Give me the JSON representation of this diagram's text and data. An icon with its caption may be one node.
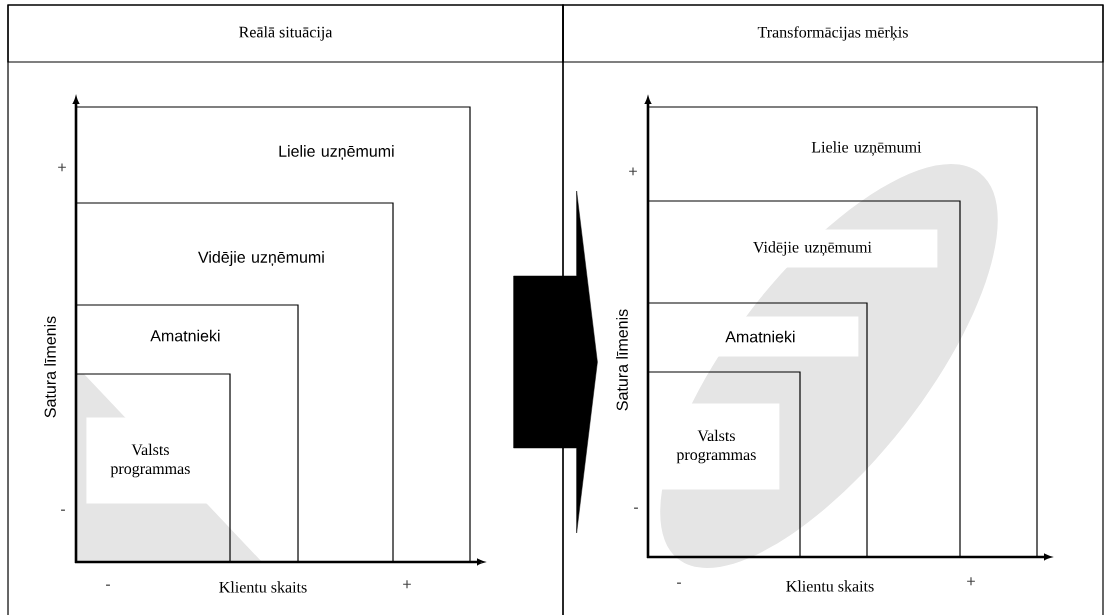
{
  "diagram": {
    "nodes": [
      {
        "text": [
          "Reālā situācija"
        ]
      },
      {
        "text": [
          "Lielie uzņēmumi"
        ],
        "in": 0
      },
      {
        "text": [
          "Vidējie uzņēmumi"
        ],
        "in": 1
      },
      {
        "text": [
          "Amatnieki"
        ],
        "in": 2
      },
      {
        "text": [
          "Valsts programmas"
        ],
        "in": 3
      },
      {
        "text": [
          "Transformācijas mērķis"
        ]
      },
      {
        "text": [
          "Lielie uzņēmumi"
        ],
        "in": 5
      },
      {
        "text": [
          "Vidējie uzņēmumi"
        ],
        "in": 6
      },
      {
        "text": [
          "Amatnieki"
        ],
        "in": 7
      },
      {
        "text": [
          "Valsts programmas"
        ],
        "in": 8
      }
    ],
    "edges": [
      {
        "from": 0,
        "to": 5,
        "arrow": "to"
      }
    ],
    "labels": [
      "+",
      "Satura līmenis",
      "-",
      "-",
      "Klientu skaits",
      "+",
      "+",
      "Satura līmenis",
      "-",
      "-",
      "Klientu skaits",
      "+"
    ]
  }
}
